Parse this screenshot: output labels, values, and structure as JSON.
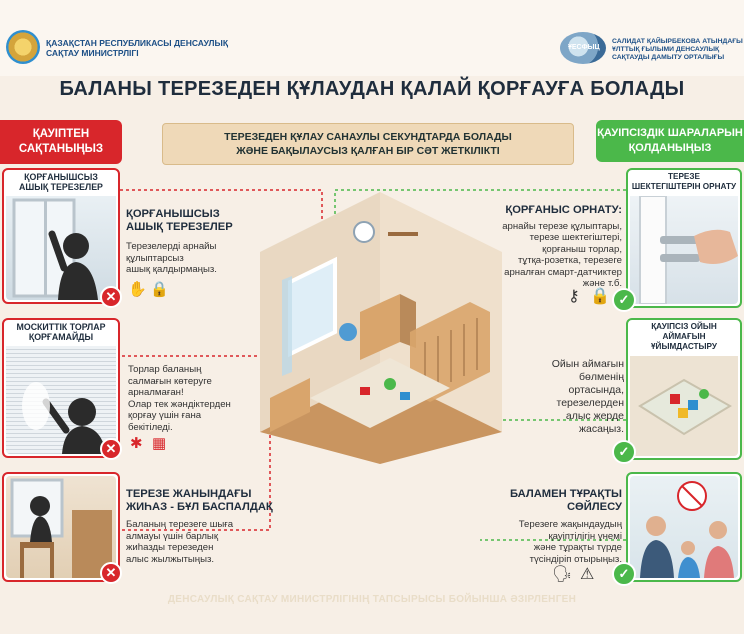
{
  "header": {
    "org_left_line1": "ҚАЗАҚСТАН РЕСПУБЛИКАСЫ ДЕНСАУЛЫҚ",
    "org_left_line2": "САҚТАУ МИНИСТРЛІГІ",
    "logo_right_text": "ҰЕСФЫЦ",
    "org_right_line1": "САЛИДАТ ҚАЙЫРБЕКОВА АТЫНДАҒЫ",
    "org_right_line2": "ҰЛТТЫҚ ҒЫЛЫМИ ДЕНСАУЛЫҚ",
    "org_right_line3": "САҚТАУДЫ ДАМЫТУ ОРТАЛЫҒЫ"
  },
  "title": "БАЛАНЫ ТЕРЕЗЕДЕН ҚҰЛАУДАН ҚАЛАЙ ҚОРҒАУҒА БОЛАДЫ",
  "badges": {
    "left_line1": "ҚАУІПТЕН",
    "left_line2": "САҚТАНЫҢЫЗ",
    "right_line1": "ҚАУІПСІЗДІК ШАРАЛАРЫН",
    "right_line2": "ҚОЛДАНЫҢЫЗ"
  },
  "banner": {
    "line1": "ТЕРЕЗЕДЕН ҚҰЛАУ САНАУЛЫ СЕКУНДТАРДА БОЛАДЫ",
    "line2": "ЖӘНЕ БАҚЫЛАУСЫЗ ҚАЛҒАН БІР СӘТ ЖЕТКІЛІКТІ"
  },
  "left_cards": [
    {
      "label_line1": "ҚОРҒАНЫШСЫЗ",
      "label_line2": "АШЫҚ ТЕРЕЗЕЛЕР",
      "heading_line1": "ҚОРҒАНЫШСЫЗ",
      "heading_line2": "АШЫҚ ТЕРЕЗЕЛЕР",
      "body": [
        "Терезелерді арнайы",
        "құлыптарсыз",
        "ашық қалдырмаңыз."
      ],
      "icons": [
        "hand-icon",
        "lock-icon"
      ]
    },
    {
      "label_line1": "МОСКИТТІК ТОРЛАР",
      "label_line2": "ҚОРҒАМАЙДЫ",
      "body": [
        "Торлар баланың",
        "салмағын көтеруге",
        "арналмаған!",
        "Олар тек жәндіктерден",
        "қорғау үшін ғана",
        "бекітіледі."
      ],
      "icons": [
        "mosquito-icon",
        "net-icon"
      ]
    },
    {
      "heading_line1": "ТЕРЕЗЕ ЖАНЫНДАҒЫ",
      "heading_line2": "ЖИҺАЗ - БҰЛ БАСПАЛДАҚ",
      "body": [
        "Баланың терезеге шыға",
        "алмауы үшін барлық",
        "жиһазды терезеден",
        "алыс жылжытыңыз."
      ]
    }
  ],
  "right_cards": [
    {
      "label_line1": "ТЕРЕЗЕ",
      "label_line2": "ШЕКТЕГІШТЕРІН ОРНАТУ",
      "heading": "ҚОРҒАНЫС ОРНАТУ:",
      "body": [
        "арнайы терезе құлыптары,",
        "терезе шектегіштері,",
        "қорғаныш торлар,",
        "тұтқа-розетка, терезеге",
        "арналған смарт-датчиктер",
        "және т.б."
      ],
      "icons": [
        "key-icon",
        "lock-icon"
      ]
    },
    {
      "label_line1": "ҚАУІПСІЗ ОЙЫН",
      "label_line2": "АЙМАҒЫН",
      "label_line3": "ҰЙЫМДАСТЫРУ",
      "body": [
        "Ойын аймағын",
        "бөлменің",
        "ортасында,",
        "терезелерден",
        "алыс жерде",
        "жасаңыз."
      ]
    },
    {
      "heading_line1": "БАЛАМЕН ТҰРАҚТЫ",
      "heading_line2": "СӨЙЛЕСУ",
      "body": [
        "Терезеге жақындаудың",
        "қауіптілігін үнемі",
        "және тұрақты түрде",
        "түсіндіріп отырыңыз."
      ],
      "icons": [
        "speaking-head-icon",
        "warning-icon"
      ]
    }
  ],
  "footer": "ДЕНСАУЛЫҚ САҚТАУ МИНИСТРЛІГІНІҢ ТАПСЫРЫСЫ БОЙЫНША ӘЗІРЛЕНГЕН",
  "colors": {
    "danger": "#d8262b",
    "safe": "#4bb84a",
    "navy": "#1c4f86",
    "bg": "#f7efe6"
  }
}
